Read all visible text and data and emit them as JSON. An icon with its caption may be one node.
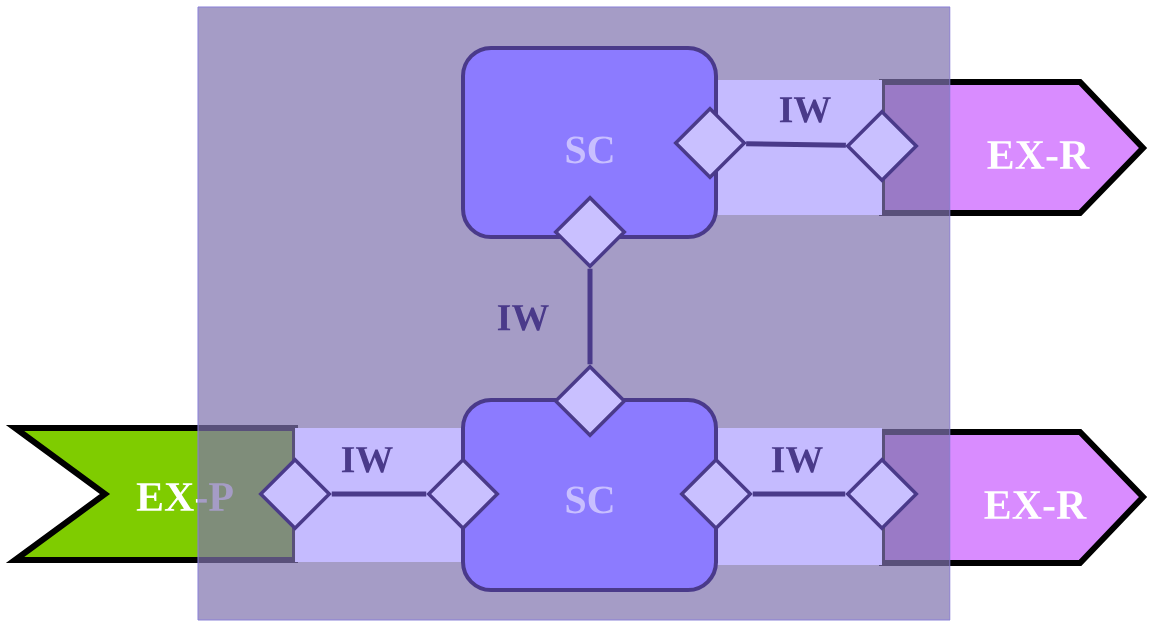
{
  "diagram": {
    "nodes": [
      {
        "text": [],
        "shape": "box"
      },
      {
        "text": [
          "SC"
        ],
        "in": 0
      },
      {
        "text": [
          "EX-R"
        ]
      },
      {
        "text": [
          "EX-P"
        ]
      },
      {
        "text": [
          "SC"
        ],
        "in": 0
      },
      {
        "text": [
          "EX-R"
        ]
      },
      {
        "text": [],
        "shape": "diamond",
        "in": 0
      },
      {
        "text": [],
        "shape": "diamond",
        "in": 0
      },
      {
        "text": [],
        "shape": "diamond",
        "in": 0
      },
      {
        "text": [],
        "shape": "diamond",
        "in": 0
      },
      {
        "text": [],
        "shape": "diamond",
        "in": 0
      },
      {
        "text": [],
        "shape": "diamond",
        "in": 0
      },
      {
        "text": [],
        "shape": "diamond",
        "in": 0
      },
      {
        "text": [],
        "shape": "diamond",
        "in": 0
      }
    ],
    "edges": [
      {
        "from": 6,
        "to": 7,
        "arrow": "none",
        "label": "IW"
      },
      {
        "from": 8,
        "to": 9,
        "arrow": "none",
        "label": "IW"
      },
      {
        "from": 10,
        "to": 11,
        "arrow": "none",
        "label": "IW"
      },
      {
        "from": 12,
        "to": 13,
        "arrow": "none",
        "label": "IW"
      }
    ]
  }
}
